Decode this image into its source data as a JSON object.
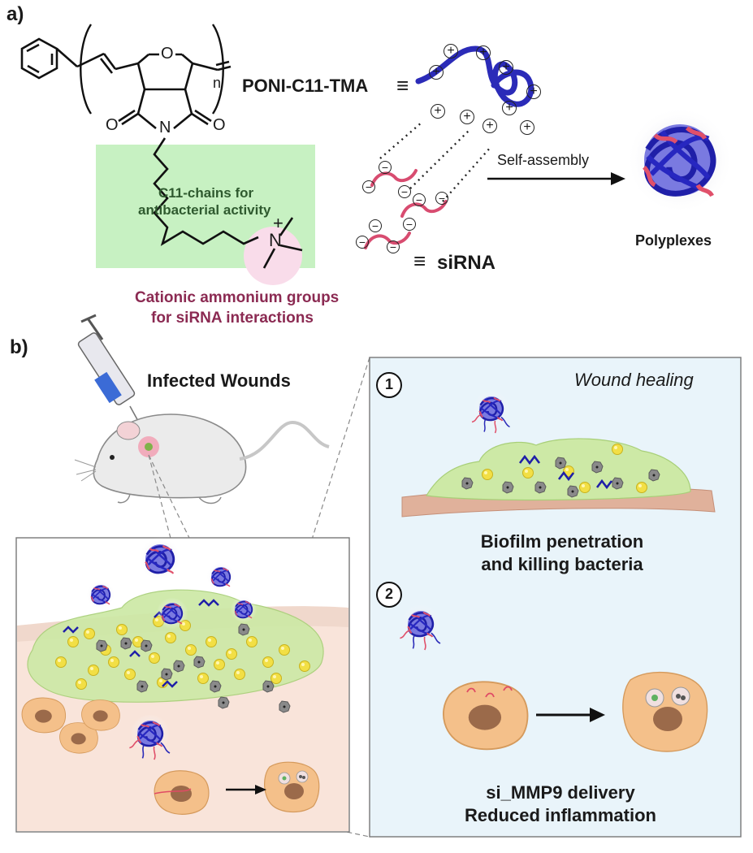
{
  "panel_a": {
    "label": "a)",
    "polymer_name": "PONI-C11-TMA",
    "equiv_symbol": "≡",
    "subscript_n": "n",
    "oxygen": "O",
    "carbonyl_left": "O",
    "carbonyl_right": "O",
    "nitrogen": "N",
    "amm_plus": "+",
    "amm_n": "N",
    "c11_note_line1": "C11-chains for",
    "c11_note_line2": "antibacterial activity",
    "cationic_line1": "Cationic ammonium groups",
    "cationic_line2": "for siRNA interactions",
    "self_assembly": "Self-assembly",
    "sirna_label": "siRNA",
    "polyplexes_label": "Polyplexes",
    "plus_sign": "+",
    "minus_sign": "−"
  },
  "panel_b": {
    "label": "b)",
    "infected_wounds": "Infected Wounds",
    "wound_healing": "Wound healing",
    "step1_num": "1",
    "step1_line1": "Biofilm penetration",
    "step1_line2": "and killing bacteria",
    "step2_num": "2",
    "step2_line1": "si_MMP9 delivery",
    "step2_line2": "Reduced inflammation"
  },
  "colors": {
    "polymer_blue": "#2b2bb8",
    "sirna_pink": "#d84c70",
    "biofilm_green": "#cde9a6",
    "c11_box": "#c7f1c2",
    "amm_circle": "#f9dcea",
    "cationic_text": "#8b2a52",
    "c11_text": "#2f5a2f",
    "panel_bg": "#e9f4fa",
    "skin_pink": "#f8e0d6",
    "cell_orange": "#f4c08a",
    "bacteria_yellow": "#f4e04a",
    "dead_bacteria_gray": "#8a8a8a"
  }
}
